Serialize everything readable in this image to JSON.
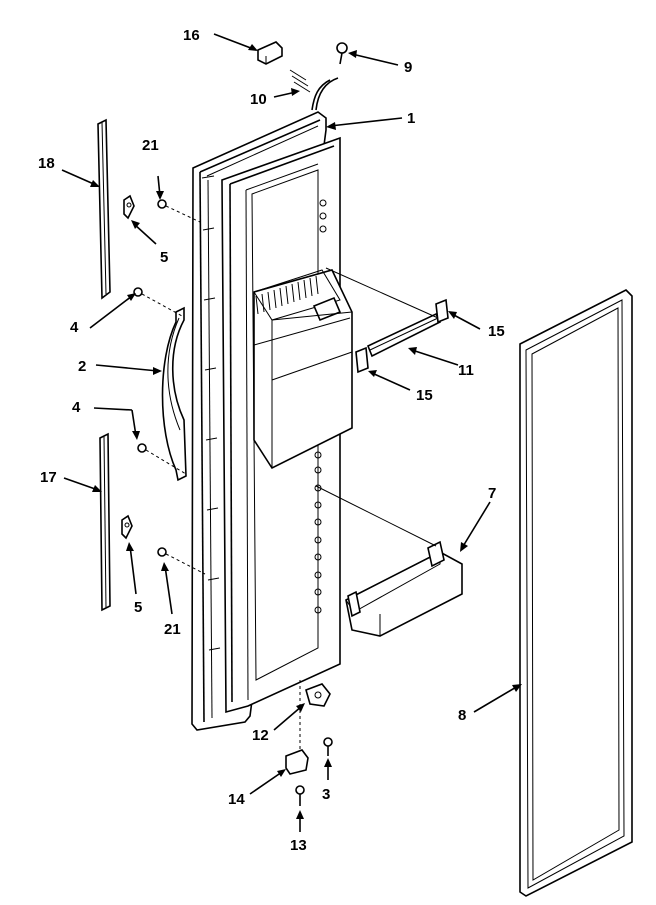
{
  "callouts": [
    {
      "id": "c1",
      "label": "1"
    },
    {
      "id": "c2",
      "label": "2"
    },
    {
      "id": "c3",
      "label": "3"
    },
    {
      "id": "c4a",
      "label": "4"
    },
    {
      "id": "c4b",
      "label": "4"
    },
    {
      "id": "c5a",
      "label": "5"
    },
    {
      "id": "c5b",
      "label": "5"
    },
    {
      "id": "c7",
      "label": "7"
    },
    {
      "id": "c8",
      "label": "8"
    },
    {
      "id": "c9",
      "label": "9"
    },
    {
      "id": "c10",
      "label": "10"
    },
    {
      "id": "c11",
      "label": "11"
    },
    {
      "id": "c12",
      "label": "12"
    },
    {
      "id": "c13",
      "label": "13"
    },
    {
      "id": "c14",
      "label": "14"
    },
    {
      "id": "c15a",
      "label": "15"
    },
    {
      "id": "c15b",
      "label": "15"
    },
    {
      "id": "c16",
      "label": "16"
    },
    {
      "id": "c17",
      "label": "17"
    },
    {
      "id": "c18",
      "label": "18"
    },
    {
      "id": "c21a",
      "label": "21"
    },
    {
      "id": "c21b",
      "label": "21"
    }
  ]
}
